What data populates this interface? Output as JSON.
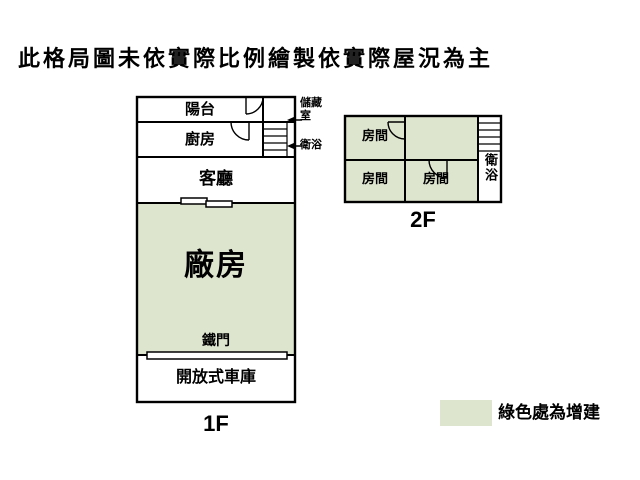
{
  "title": "此格局圖未依實際比例繪製依實際屋況為主",
  "colors": {
    "addition_green": "#dee5cf",
    "wall": "#000000"
  },
  "floor1": {
    "label": "1F",
    "balcony": "陽台",
    "kitchen": "廚房",
    "living_room": "客廳",
    "factory": "廠房",
    "iron_gate": "鐵門",
    "garage": "開放式車庫",
    "storage_note": "儲藏室",
    "bath_note": "衛浴"
  },
  "floor2": {
    "label": "2F",
    "room_top_left": "房間",
    "room_bottom_left": "房間",
    "room_bottom_middle": "房間",
    "bath": "衛浴"
  },
  "legend": {
    "text": "綠色處為增建"
  }
}
